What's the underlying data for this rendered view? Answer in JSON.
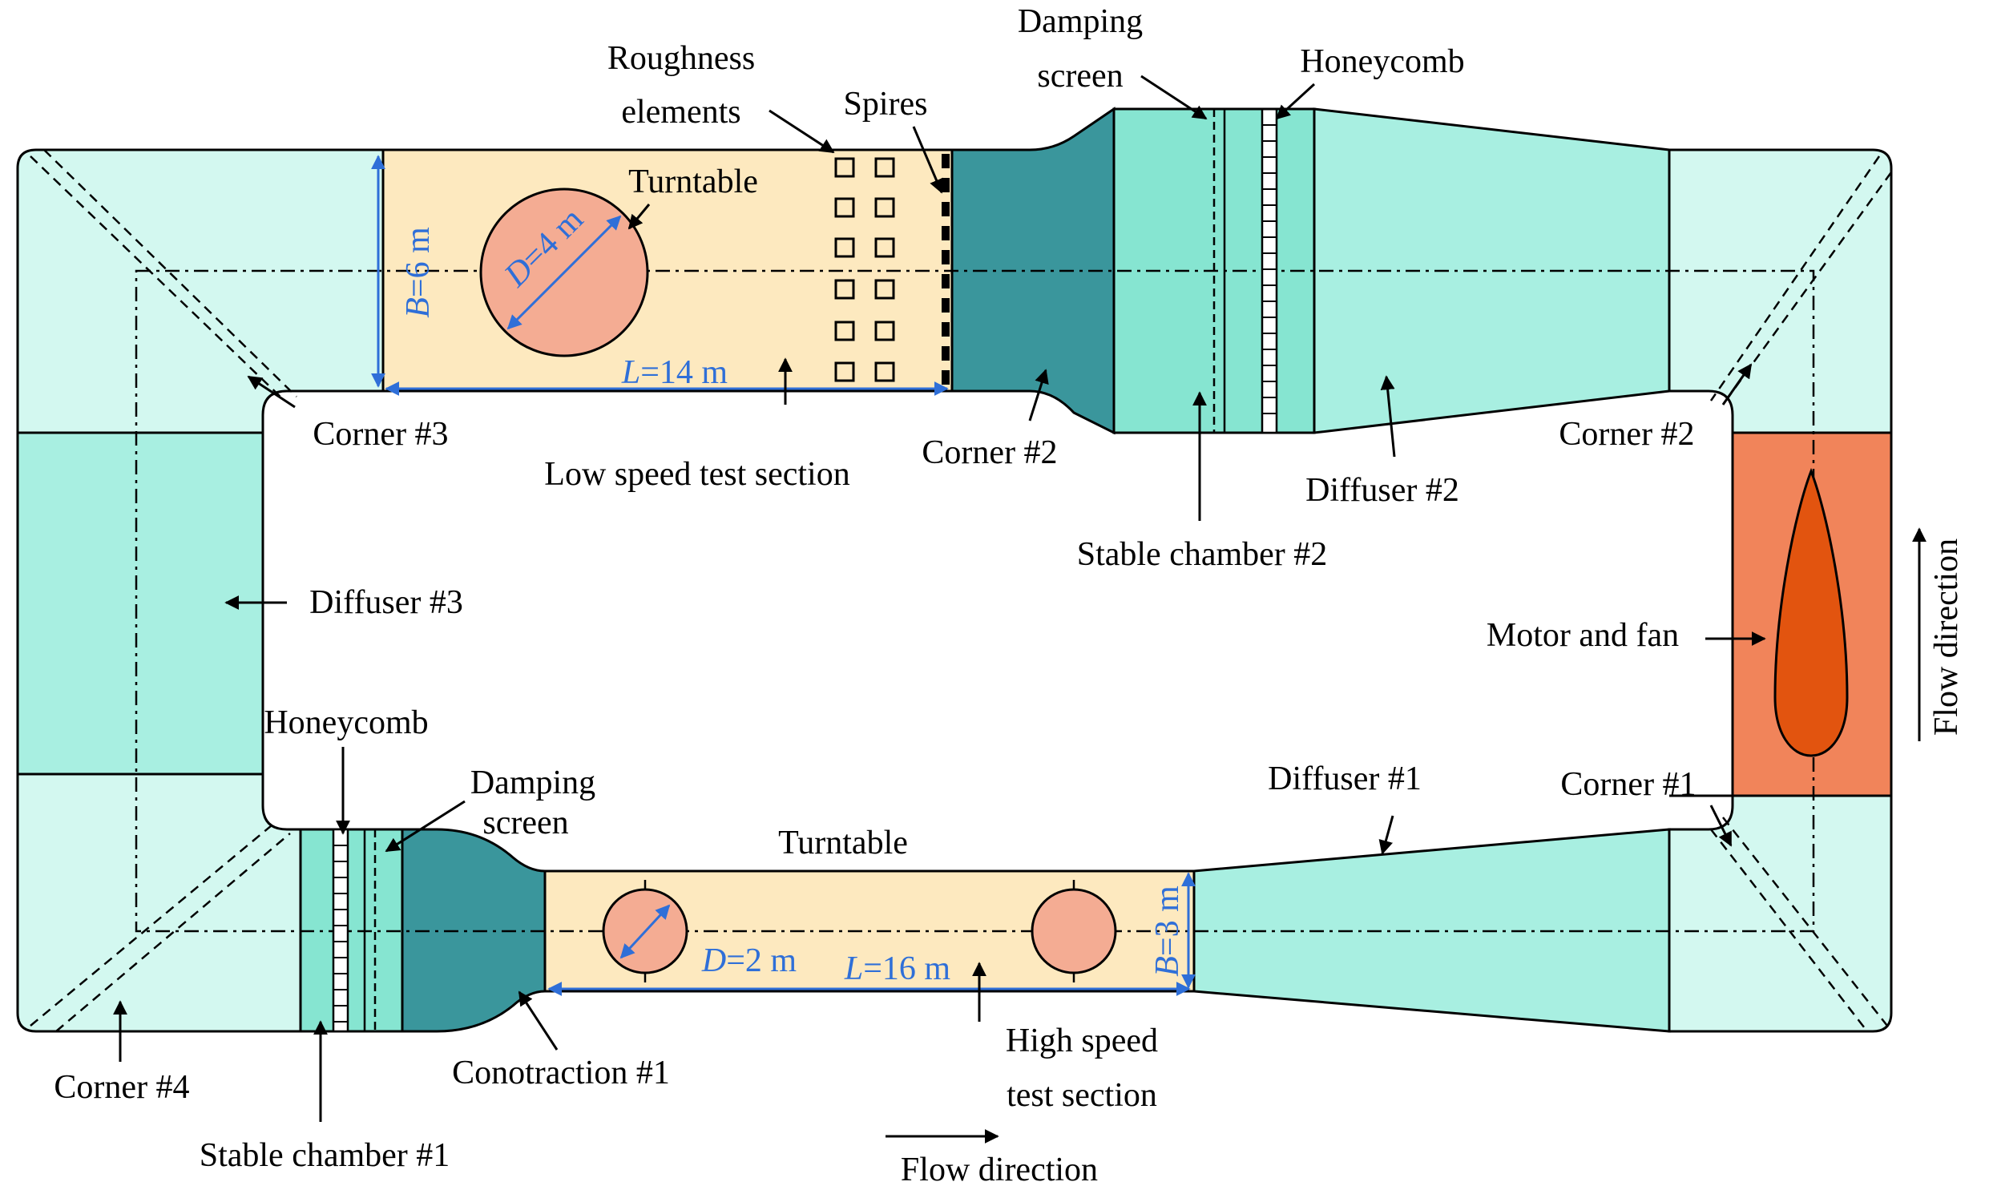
{
  "labels": {
    "roughness_1": "Roughness",
    "roughness_2": "elements",
    "spires": "Spires",
    "damping_top_1": "Damping",
    "damping_top_2": "screen",
    "honeycomb_top": "Honeycomb",
    "turntable_top": "Turntable",
    "corner3": "Corner #3",
    "low_speed": "Low speed test section",
    "corner2_left": "Corner #2",
    "corner2_right": "Corner #2",
    "diffuser2": "Diffuser #2",
    "stable2": "Stable chamber #2",
    "diffuser3": "Diffuser #3",
    "motor": "Motor and fan",
    "flow_vertical": "Flow direction",
    "honeycomb_bottom": "Honeycomb",
    "damping_bottom_1": "Damping",
    "damping_bottom_2": "screen",
    "turntable_bottom": "Turntable",
    "diffuser1": "Diffuser #1",
    "corner1": "Corner #1",
    "corner4": "Corner #4",
    "stable1": "Stable chamber #1",
    "contraction1": "Conotraction #1",
    "high_speed_1": "High speed",
    "high_speed_2": "test section",
    "flow_horizontal": "Flow direction"
  },
  "dimensions": {
    "top_B_sym": "B",
    "top_B_val": "=6 m",
    "top_D_sym": "D",
    "top_D_val": "=4 m",
    "top_L_sym": "L",
    "top_L_val": "=14 m",
    "bottom_D_sym": "D",
    "bottom_D_val": "=2 m",
    "bottom_L_sym": "L",
    "bottom_L_val": "=16 m",
    "bottom_B_sym": "B",
    "bottom_B_val": "=3 m"
  },
  "colors": {
    "light_cyan": "#d3f8f0",
    "medium_cyan": "#a8efe1",
    "cyan": "#86e5d1",
    "dark_teal": "#3a969c",
    "test_section": "#fde9bf",
    "turntable": "#f4ac93",
    "motor_housing": "#f1845a",
    "fan": "#e2540f",
    "dimension": "#2f6fd8"
  }
}
